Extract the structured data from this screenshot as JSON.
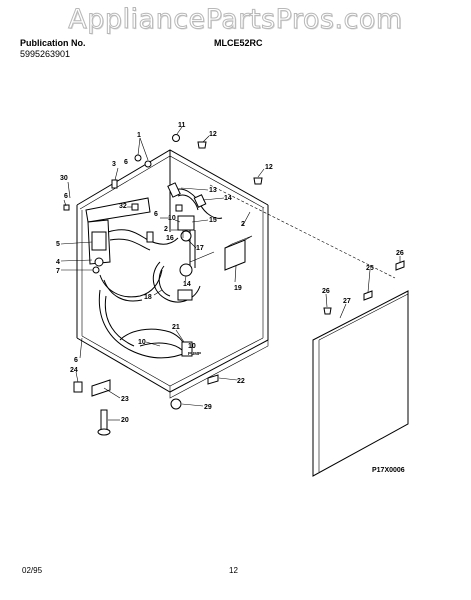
{
  "watermark": "AppliancePartsPros.com",
  "header": {
    "publication_label": "Publication No.",
    "publication_number": "5995263901",
    "model": "MLCE52RC"
  },
  "footer": {
    "date": "02/95",
    "page": "12"
  },
  "diagram": {
    "figure_code": "P17X0006",
    "pump_label": "PUMP",
    "callouts": {
      "c1": "1",
      "c2a": "2",
      "c2b": "2",
      "c3": "3",
      "c4": "4",
      "c5": "5",
      "c6a": "6",
      "c6b": "6",
      "c7": "7",
      "c10a": "10",
      "c10b": "10",
      "c11": "11",
      "c12a": "12",
      "c12b": "12",
      "c13": "13",
      "c14a": "14",
      "c14b": "14",
      "c15": "15",
      "c16": "16",
      "c17": "17",
      "c18": "18",
      "c19": "19",
      "c20": "20",
      "c21": "21",
      "c22": "22",
      "c23": "23",
      "c24": "24",
      "c25": "25",
      "c26a": "26",
      "c26b": "26",
      "c27": "27",
      "c29": "29",
      "c30": "30",
      "c32": "32"
    }
  }
}
